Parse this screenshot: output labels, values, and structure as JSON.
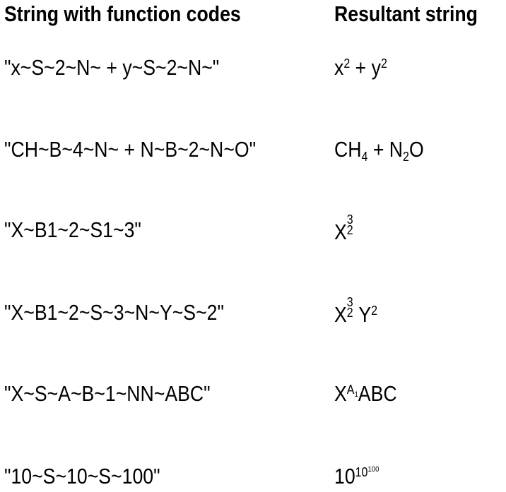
{
  "headers": {
    "code_column": "String with function codes",
    "result_column": "Resultant string"
  },
  "rows": [
    {
      "code": "\"x~S~2~N~ + y~S~2~N~\"",
      "result": {
        "a": "x",
        "a_sup": "2",
        "mid": " + y",
        "b_sup": "2"
      }
    },
    {
      "code": "\"CH~B~4~N~ + N~B~2~N~O\"",
      "result": {
        "a": "CH",
        "a_sub": "4",
        "mid": " + N",
        "b_sub": "2",
        "tail": "O"
      }
    },
    {
      "code": "\"X~B1~2~S1~3\"",
      "result": {
        "a": "X",
        "a_sub": "2",
        "a_sup": "3"
      }
    },
    {
      "code": "\"X~B1~2~S~3~N~Y~S~2\"",
      "result": {
        "a": "X",
        "a_sub": "2",
        "a_sup": "3",
        "mid": "Y",
        "b_sup": "2"
      }
    },
    {
      "code": "\"X~S~A~B~1~NN~ABC\"",
      "result": {
        "a": "X",
        "sup_base": "A",
        "sup_sub": "1",
        "tail": "ABC"
      }
    },
    {
      "code": "\"10~S~10~S~100\"",
      "result": {
        "a": "10",
        "sup": "10",
        "sup_sup": "100"
      }
    }
  ]
}
